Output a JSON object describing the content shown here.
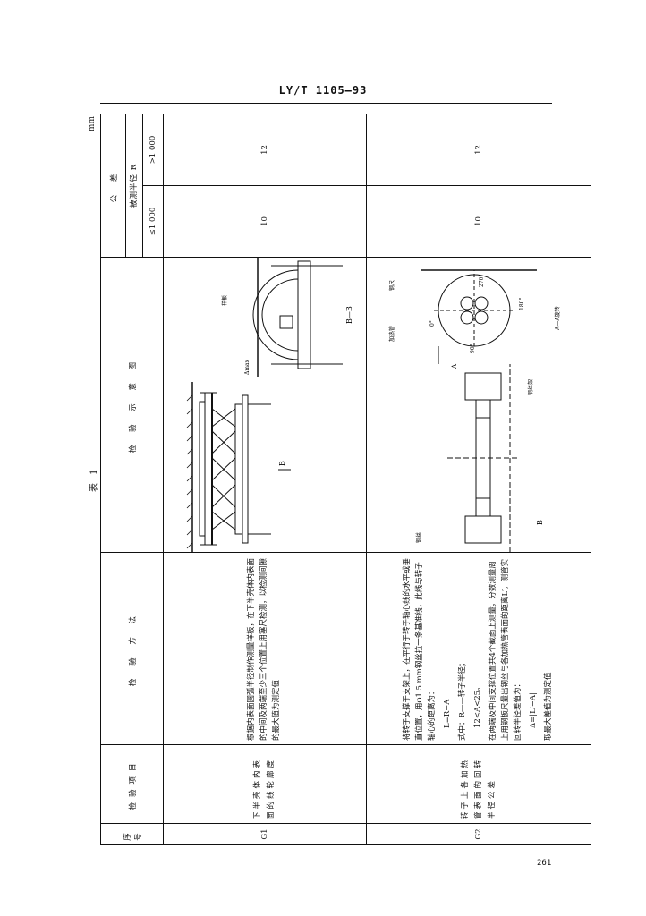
{
  "header": {
    "code": "LY/T  1105—93"
  },
  "table": {
    "title": "表 1",
    "unit": "mm",
    "columns": {
      "no": "序号",
      "item": "检验项目",
      "method": "检 验 方 法",
      "diagram": "检 验 示 意 图",
      "tolerance": "公 差"
    },
    "tolerance_sub": {
      "label": "被测半径 R",
      "le1000": "≤1 000",
      "gt1000": ">1 000"
    },
    "rows": [
      {
        "no": "G1",
        "item": "下半壳体内表面的线轮廓度",
        "method": [
          "根据内表面圆弧半径制作测量样板，在下半壳体内表面的中间及两端至少三个位置上用塞尺检测，以检测间隙的最大值为测定值"
        ],
        "tol_le1000": "10",
        "tol_gt1000": "12",
        "diagram_labels": {
          "section": "B—B",
          "cut": "B",
          "template": "样板",
          "gap": "Δmax"
        }
      },
      {
        "no": "G2",
        "item": "转子上各加热管表面的回转半径公差",
        "method": [
          "将转子支撑于支架上，在平行于转子轴心线的水平或垂直位置，用φ1.5 mm钢丝拉一条基准线，此线与转子轴心的距离为：",
          "L=R+A",
          "式中：R——转子半径；",
          "12<A<25。",
          "在两端及中间支撑位置共4个截面上测量，分数测量周上用钢板尺量出钢丝与各加热管表面的距离L′，测管实回转半径差值为：",
          "Δ=|L′−A|",
          "取最大差值为测定值"
        ],
        "tol_le1000": "10",
        "tol_gt1000": "12",
        "diagram_labels": {
          "cut": "B",
          "wire": "钢丝",
          "support": "钢丝架",
          "view": "A—A旋转",
          "arrow": "A",
          "ruler": "钢尺",
          "heat": "加热管",
          "angle1": "90°",
          "angle2": "180°",
          "angle3": "270°",
          "angle0": "0°"
        }
      }
    ]
  },
  "page_number": "261"
}
